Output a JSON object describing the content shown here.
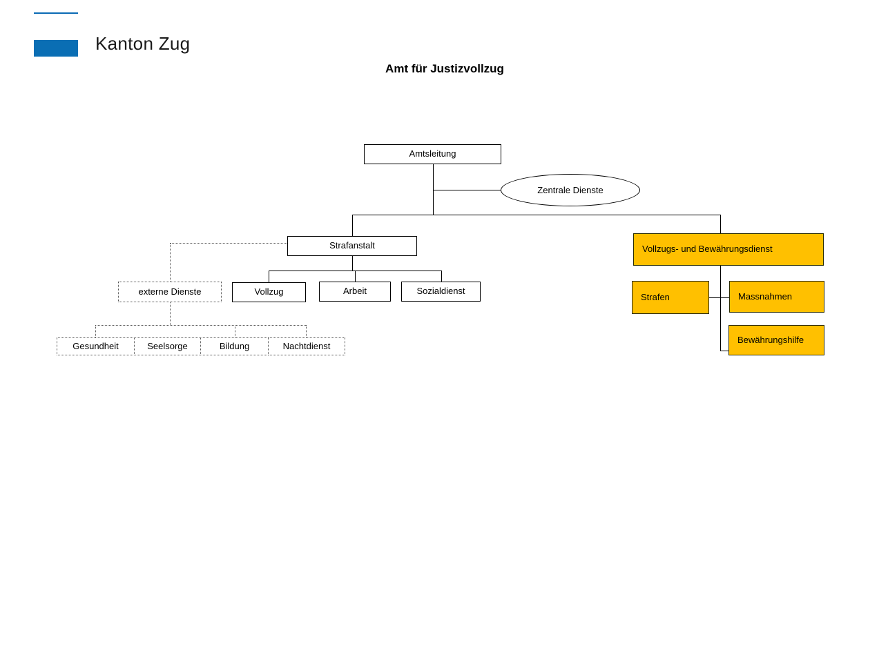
{
  "brand": {
    "name": "Kanton Zug",
    "mark_color": "#0a6eb4",
    "rule_color": "#0a6ab4"
  },
  "page": {
    "title": "Amt für Justizvollzug"
  },
  "colors": {
    "orange": "#FFC000",
    "line": "#000000",
    "dotted_line": "#555555",
    "box_fill": "#ffffff"
  },
  "org_chart": {
    "root": {
      "label": "Amtsleitung",
      "shape": "rect",
      "style": "solid"
    },
    "staff": {
      "label": "Zentrale Dienste",
      "shape": "ellipse",
      "style": "solid"
    },
    "divisions": [
      {
        "label": "Strafanstalt",
        "shape": "rect",
        "style": "solid",
        "children": [
          {
            "label": "Vollzug",
            "style": "solid"
          },
          {
            "label": "Arbeit",
            "style": "solid"
          },
          {
            "label": "Sozialdienst",
            "style": "solid"
          }
        ],
        "dotted_unit": {
          "label": "externe Dienste",
          "style": "dotted",
          "children": [
            {
              "label": "Gesundheit",
              "style": "dotted"
            },
            {
              "label": "Seelsorge",
              "style": "dotted"
            },
            {
              "label": "Bildung",
              "style": "dotted"
            },
            {
              "label": "Nachtdienst",
              "style": "dotted"
            }
          ]
        }
      },
      {
        "label": "Vollzugs- und Bewährungsdienst",
        "shape": "rect",
        "style": "orange",
        "children": [
          {
            "label": "Strafen",
            "style": "orange"
          },
          {
            "label": "Massnahmen",
            "style": "orange"
          },
          {
            "label": "Bewährungshilfe",
            "style": "orange"
          }
        ]
      }
    ]
  }
}
